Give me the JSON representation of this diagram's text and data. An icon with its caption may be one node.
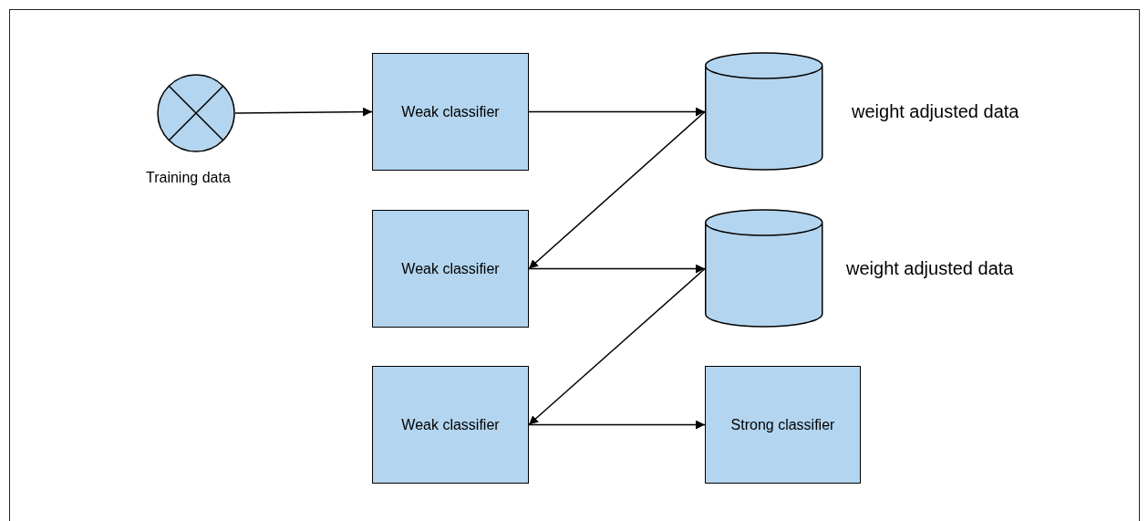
{
  "diagram": {
    "nodes": [
      {
        "text": [],
        "shape": "circle",
        "beside": [
          "Training data"
        ]
      },
      {
        "text": [
          "Weak classifier"
        ]
      },
      {
        "text": [],
        "shape": "cylinder",
        "beside": [
          "weight adjusted data"
        ]
      },
      {
        "text": [
          "Weak classifier"
        ]
      },
      {
        "text": [],
        "shape": "cylinder",
        "beside": [
          "weight adjusted data"
        ]
      },
      {
        "text": [
          "Weak classifier"
        ]
      },
      {
        "text": [
          "Strong classifier"
        ]
      }
    ],
    "edges": [
      {
        "from": 0,
        "to": 1,
        "arrow": "to"
      },
      {
        "from": 1,
        "to": 2,
        "arrow": "to"
      },
      {
        "from": 2,
        "to": 3,
        "arrow": "to"
      },
      {
        "from": 3,
        "to": 4,
        "arrow": "to"
      },
      {
        "from": 4,
        "to": 5,
        "arrow": "to"
      },
      {
        "from": 5,
        "to": 6,
        "arrow": "to"
      }
    ]
  }
}
